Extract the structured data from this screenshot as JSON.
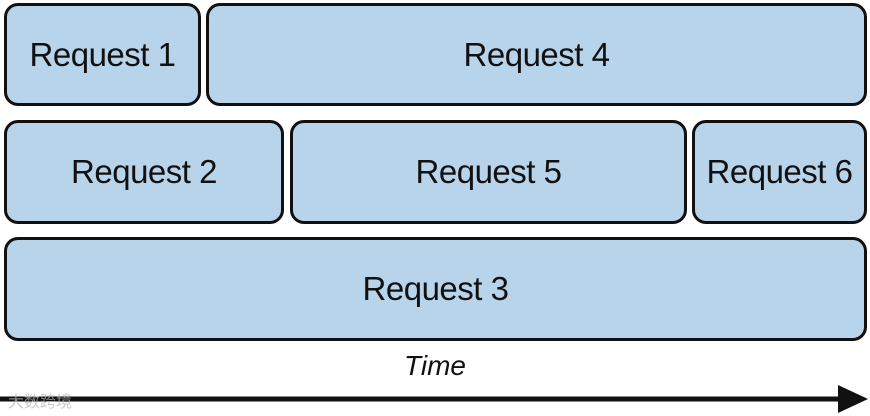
{
  "requests": {
    "r1": "Request 1",
    "r2": "Request 2",
    "r3": "Request 3",
    "r4": "Request 4",
    "r5": "Request 5",
    "r6": "Request 6"
  },
  "axis": {
    "label": "Time"
  },
  "watermark": "大数跨境",
  "colors": {
    "block_fill": "#b8d4ea",
    "block_border": "#111111",
    "arrow": "#111111"
  }
}
